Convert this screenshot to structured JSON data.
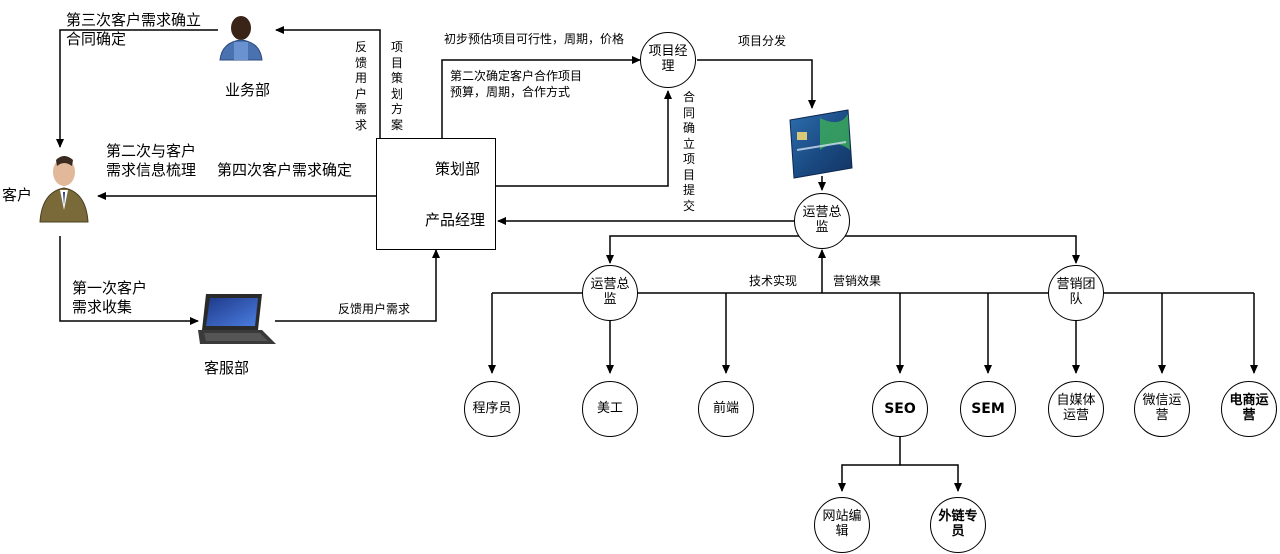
{
  "people": {
    "customer": "客户",
    "business_dept": "业务部",
    "service_dept": "客服部"
  },
  "planning_box": {
    "planning_dept": "策划部",
    "product_manager": "产品经理"
  },
  "nodes": {
    "project_manager": "项目经理",
    "ops_director_top": "运营总监",
    "ops_director_mid": "运营总监",
    "marketing_team": "营销团队",
    "programmer": "程序员",
    "artist": "美工",
    "frontend": "前端",
    "seo": "SEO",
    "sem": "SEM",
    "self_media": "自媒体运营",
    "wechat_ops": "微信运营",
    "ecommerce_ops": "电商运营",
    "site_editor": "网站编辑",
    "outreach": "外链专员"
  },
  "labels": {
    "third_confirm": [
      "第三次客户需求确立",
      "合同确定"
    ],
    "second_sort": [
      "第二次与客户",
      "需求信息梳理"
    ],
    "fourth_confirm": "第四次客户需求确定",
    "first_collect": [
      "第一次客户",
      "需求收集"
    ],
    "feedback_service": "反馈用户需求",
    "feedback_vertical": "反馈用户需求",
    "project_plan_vertical": "项目策划方案",
    "initial_estimate": "初步预估项目可行性，周期，价格",
    "second_confirm": [
      "第二次确定客户合作项目",
      "预算，周期，合作方式"
    ],
    "contract_vertical": "合同确立项目提交",
    "project_dispatch": "项目分发",
    "tech_impl": "技术实现",
    "marketing_effect": "营销效果"
  }
}
